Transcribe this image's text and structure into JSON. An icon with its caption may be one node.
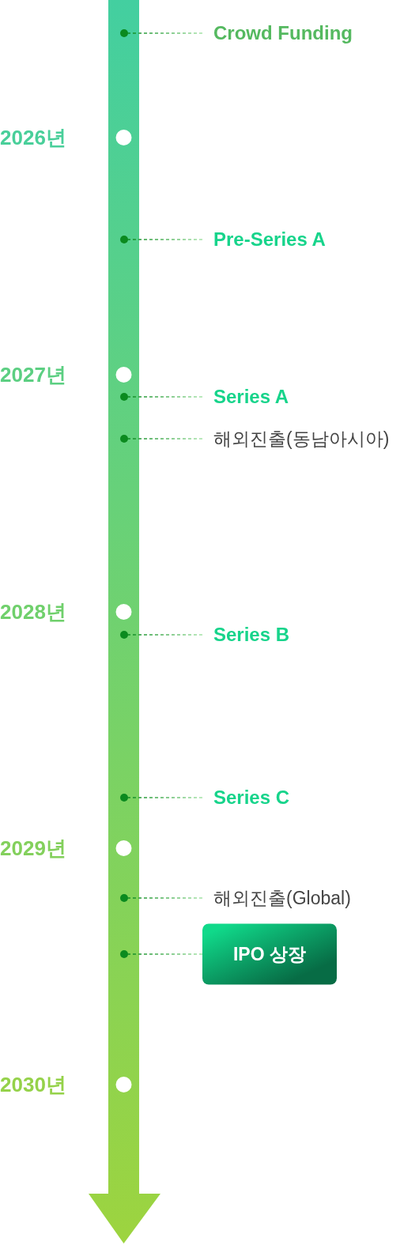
{
  "diagram": {
    "nodes": [
      {
        "text": [],
        "shape": "circle"
      },
      {
        "text": [
          "Crowd Funding"
        ]
      },
      {
        "text": [],
        "shape": "circle"
      },
      {
        "text": [
          "Pre-Series A"
        ]
      },
      {
        "text": [],
        "shape": "circle"
      },
      {
        "text": [
          "Series A"
        ]
      },
      {
        "text": [],
        "shape": "circle"
      },
      {
        "text": [
          "해외진출(동남아시아)"
        ]
      },
      {
        "text": [],
        "shape": "circle"
      },
      {
        "text": [
          "Series B"
        ]
      },
      {
        "text": [],
        "shape": "circle"
      },
      {
        "text": [
          "Series C"
        ]
      },
      {
        "text": [],
        "shape": "circle"
      },
      {
        "text": [
          "해외진출(Global)"
        ]
      },
      {
        "text": [],
        "shape": "circle"
      },
      {
        "text": [
          "IPO 상장"
        ]
      }
    ],
    "edges": [
      {
        "from": 1,
        "to": 0,
        "arrow": "none",
        "style": "dashed"
      },
      {
        "from": 3,
        "to": 2,
        "arrow": "none",
        "style": "dashed"
      },
      {
        "from": 5,
        "to": 4,
        "arrow": "none",
        "style": "dashed"
      },
      {
        "from": 7,
        "to": 6,
        "arrow": "none",
        "style": "dashed"
      },
      {
        "from": 9,
        "to": 8,
        "arrow": "none",
        "style": "dashed"
      },
      {
        "from": 11,
        "to": 10,
        "arrow": "none",
        "style": "dashed"
      },
      {
        "from": 13,
        "to": 12,
        "arrow": "none",
        "style": "dashed"
      },
      {
        "from": 15,
        "to": 14,
        "arrow": "none",
        "style": "dashed"
      }
    ],
    "labels": [
      "2026년",
      "2027년",
      "2028년",
      "2029년",
      "2030년"
    ]
  }
}
